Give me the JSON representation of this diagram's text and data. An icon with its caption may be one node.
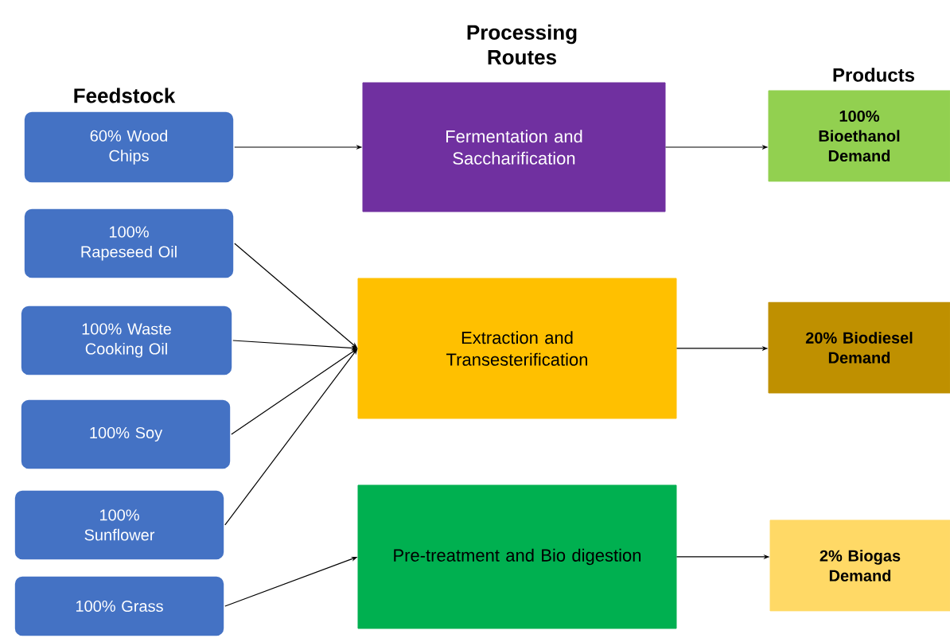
{
  "diagram": {
    "nodes": [
      {
        "text": [
          "60% Wood Chips"
        ]
      },
      {
        "text": [
          "100% Rapeseed Oil"
        ]
      },
      {
        "text": [
          "100%  Waste Cooking Oil"
        ]
      },
      {
        "text": [
          "100%  Soy"
        ]
      },
      {
        "text": [
          "100% Sunflower"
        ]
      },
      {
        "text": [
          "100%  Grass"
        ]
      },
      {
        "text": [
          "Fermentation and Saccharification"
        ]
      },
      {
        "text": [
          "Extraction and Transesterification"
        ]
      },
      {
        "text": [
          "Pre-treatment and Bio digestion"
        ]
      },
      {
        "text": [
          "100% Bioethanol Demand"
        ]
      },
      {
        "text": [
          "20% Biodiesel Demand"
        ]
      },
      {
        "text": [
          "2% Biogas Demand"
        ]
      }
    ],
    "edges": [
      {
        "from": 0,
        "to": 6,
        "arrow": "to"
      },
      {
        "from": 1,
        "to": 7,
        "arrow": "to"
      },
      {
        "from": 2,
        "to": 7,
        "arrow": "to"
      },
      {
        "from": 3,
        "to": 7,
        "arrow": "to"
      },
      {
        "from": 4,
        "to": 7,
        "arrow": "to"
      },
      {
        "from": 5,
        "to": 8,
        "arrow": "to"
      },
      {
        "from": 6,
        "to": 9,
        "arrow": "to"
      },
      {
        "from": 7,
        "to": 10,
        "arrow": "to"
      },
      {
        "from": 8,
        "to": 11,
        "arrow": "to"
      }
    ],
    "labels": [
      "Processing Routes",
      "Products",
      "Feedstock"
    ]
  }
}
